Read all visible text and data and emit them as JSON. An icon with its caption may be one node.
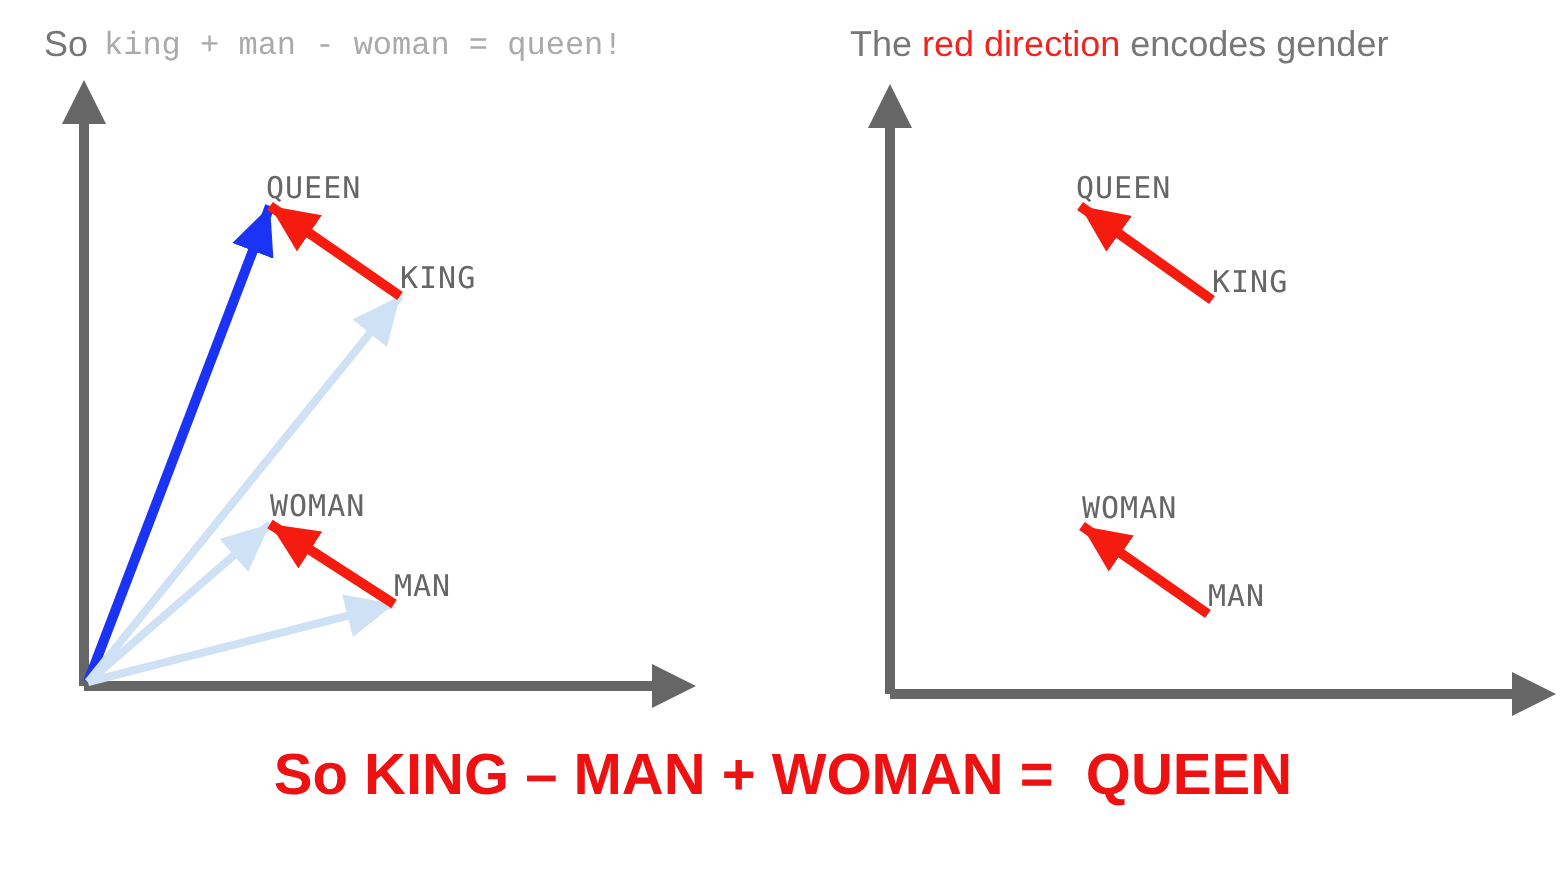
{
  "diagram": {
    "caption": "So KING – MAN + WOMAN =  QUEEN",
    "nodes": [
      {
        "text": [
          "QUEEN"
        ]
      },
      {
        "text": [
          "KING"
        ]
      },
      {
        "text": [
          "WOMAN"
        ]
      },
      {
        "text": [
          "MAN"
        ]
      },
      {
        "text": [
          "QUEEN"
        ]
      },
      {
        "text": [
          "KING"
        ]
      },
      {
        "text": [
          "WOMAN"
        ]
      },
      {
        "text": [
          "MAN"
        ]
      }
    ],
    "edges": [
      {
        "from": null,
        "to": 0,
        "arrow": "to",
        "color": "#1a33f5"
      },
      {
        "from": null,
        "to": 1,
        "arrow": "to",
        "color": "#cfe2f5"
      },
      {
        "from": null,
        "to": 2,
        "arrow": "to",
        "color": "#cfe2f5"
      },
      {
        "from": null,
        "to": 3,
        "arrow": "to",
        "color": "#cfe2f5"
      },
      {
        "from": 1,
        "to": 0,
        "arrow": "to"
      },
      {
        "from": 3,
        "to": 2,
        "arrow": "to"
      },
      {
        "from": 5,
        "to": 4,
        "arrow": "to"
      },
      {
        "from": 7,
        "to": 6,
        "arrow": "to"
      }
    ],
    "labels": [
      "So",
      "king + man - woman = queen!",
      "The **red direction** encodes gender"
    ]
  }
}
